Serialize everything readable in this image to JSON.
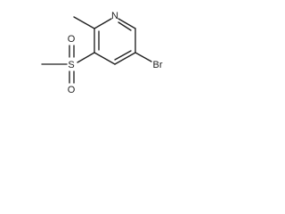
{
  "molecule": {
    "atom_labels": {
      "nitrogen": "N",
      "bromine": "Br",
      "sulfur": "S",
      "oxygen_upper": "O",
      "oxygen_lower": "O"
    }
  }
}
